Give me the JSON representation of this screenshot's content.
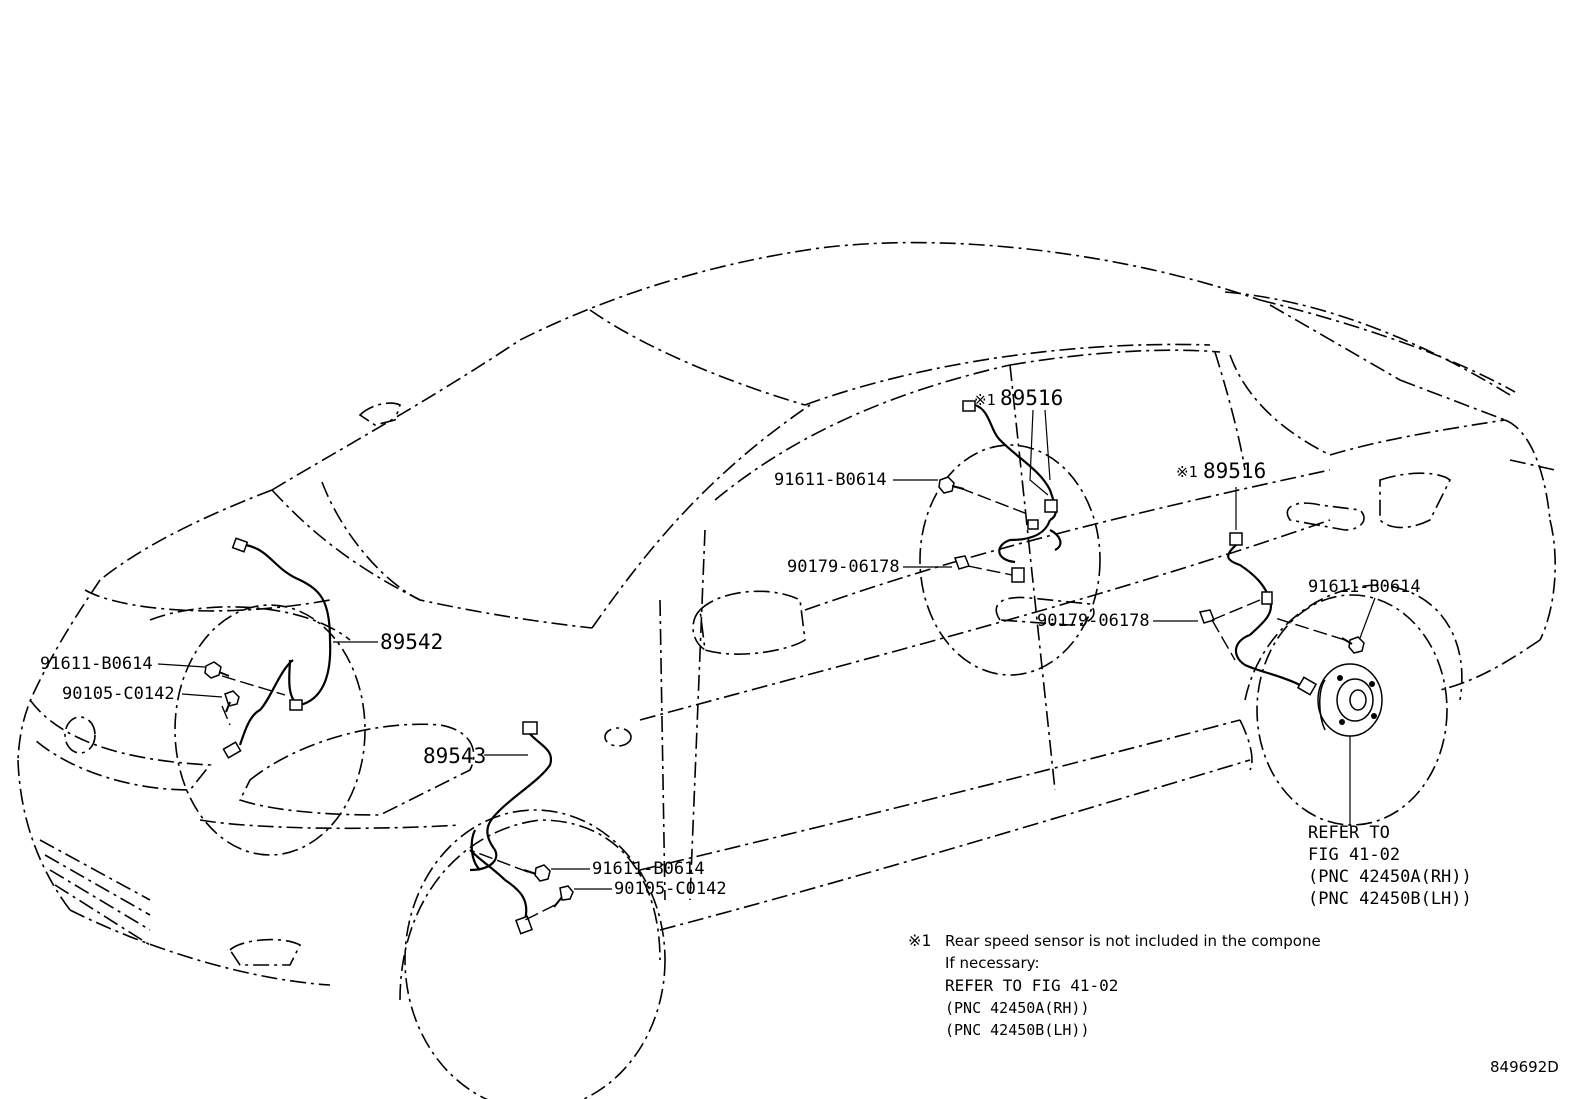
{
  "diagram": {
    "callouts": {
      "front_sensor_rh": "89542",
      "front_sensor_lh": "89543",
      "rear_sensor_upper_mark": "※1",
      "rear_sensor_upper": "89516",
      "rear_sensor_lower_mark": "※1",
      "rear_sensor_lower": "89516",
      "bolt_front_rh": "91611-B0614",
      "screw_front_rh": "90105-C0142",
      "bolt_front_lh": "91611-B0614",
      "screw_front_lh": "90105-C0142",
      "bolt_rear_upper": "91611-B0614",
      "clip_rear_upper": "90179-06178",
      "bolt_rear_lower": "91611-B0614",
      "clip_rear_lower": "90179-06178"
    },
    "hub_reference": {
      "line1": "REFER TO",
      "line2": "FIG 41-02",
      "line3": "(PNC 42450A(RH))",
      "line4": "(PNC 42450B(LH))"
    },
    "footnote": {
      "mark": "※1",
      "line1": "Rear speed sensor is not included in the compone",
      "line2": "If necessary:",
      "line3": "REFER TO FIG 41-02",
      "line4": "(PNC 42450A(RH))",
      "line5": "(PNC 42450B(LH))"
    },
    "figure_id": "849692D"
  }
}
